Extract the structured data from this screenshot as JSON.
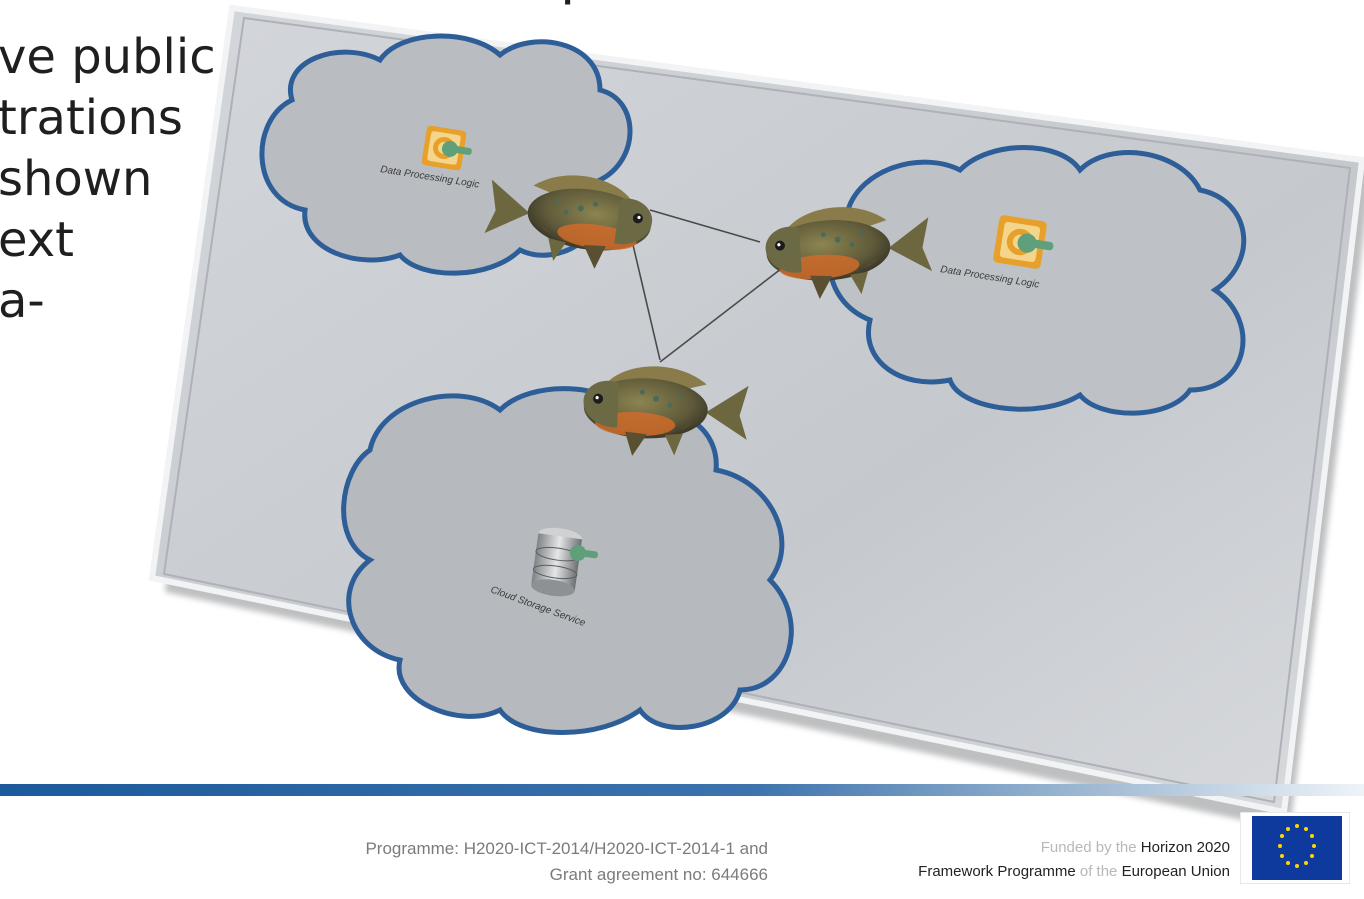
{
  "slide": {
    "title_fragment": "p",
    "body_lines": [
      "ve public",
      "trations",
      "shown",
      "ext",
      "a-"
    ]
  },
  "diagram": {
    "clouds": [
      {
        "icon": "data-processing-icon",
        "label": "Data Processing Logic"
      },
      {
        "icon": "data-processing-icon",
        "label": "Data Processing Logic"
      },
      {
        "icon": "cloud-storage-icon",
        "label": "Cloud Storage Service"
      }
    ],
    "nodes": [
      "fish-icon",
      "fish-icon",
      "fish-icon"
    ],
    "colors": {
      "panel": "#c9cdd2",
      "cloud_outline": "#2e5e98",
      "cloud_fill": "#b9bcc1",
      "fish_body": "#7b6e3d",
      "fish_belly": "#d36a25"
    }
  },
  "footer": {
    "programme_line1": "Programme: H2020-ICT-2014/H2020-ICT-2014-1 and",
    "programme_line2": "Grant agreement no: 644666",
    "funded_part1": "Funded by the ",
    "funded_part2": "Horizon 2020",
    "funded_part3": "Framework Programme ",
    "funded_part4": "of the ",
    "funded_part5": "European Union",
    "eu_flag_icon": "eu-flag-icon"
  }
}
